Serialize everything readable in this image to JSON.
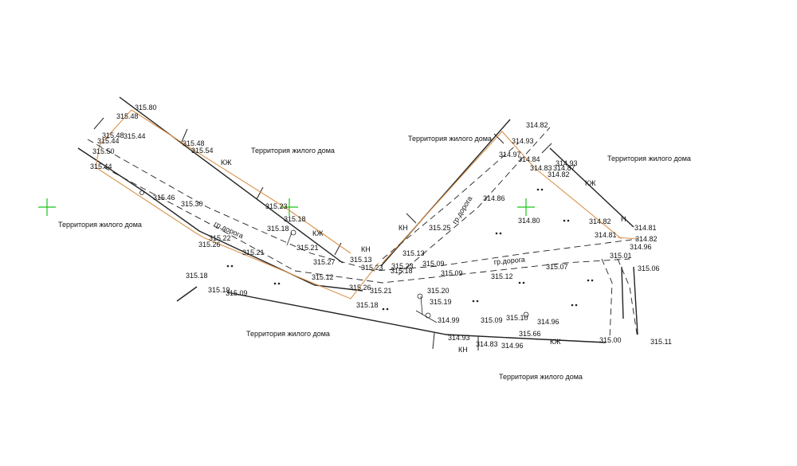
{
  "territory_label": "Территория жилого дома",
  "road_label": "гр.дорога",
  "territories": [
    "Территория жилого дома",
    "Территория жилого дома",
    "Территория жилого дома",
    "Территория жилого дома",
    "Территория жилого дома",
    "Территория жилого дома"
  ],
  "road_labels": [
    "гр.дорога",
    "гр.дорога",
    "гр.дорога"
  ],
  "utility_codes": [
    "КЖ",
    "КЖ",
    "КН",
    "КН",
    "КЖ",
    "Н",
    "КН",
    "КЖ"
  ],
  "elevations": [
    "315.80",
    "315.48",
    "315.48",
    "315.44",
    "315.44",
    "315.50",
    "315.44",
    "315.48",
    "315.54",
    "315.46",
    "315.30",
    "315.23",
    "315.18",
    "315.18",
    "315.22",
    "315.26",
    "315.21",
    "315.21",
    "315.27",
    "315.13",
    "315.23",
    "315.23",
    "315.18",
    "315.12",
    "315.26",
    "315.18",
    "315.18",
    "315.19",
    "315.09",
    "315.21",
    "315.25",
    "315.13",
    "315.09",
    "315.09",
    "315.20",
    "315.19",
    "314.99",
    "314.93",
    "314.83",
    "314.82",
    "314.93",
    "314.97",
    "314.84",
    "314.83",
    "314.87",
    "314.93",
    "314.82",
    "314.86",
    "314.80",
    "314.82",
    "314.81",
    "314.81",
    "314.82",
    "314.96",
    "315.01",
    "315.06",
    "315.07",
    "315.12",
    "315.09",
    "315.10",
    "314.96",
    "315.66",
    "314.96",
    "315.00",
    "315.11"
  ],
  "colors": {
    "linework": "#222222",
    "boundary": "#d9934a",
    "survey_cross": "#19c419",
    "background": "#ffffff"
  }
}
